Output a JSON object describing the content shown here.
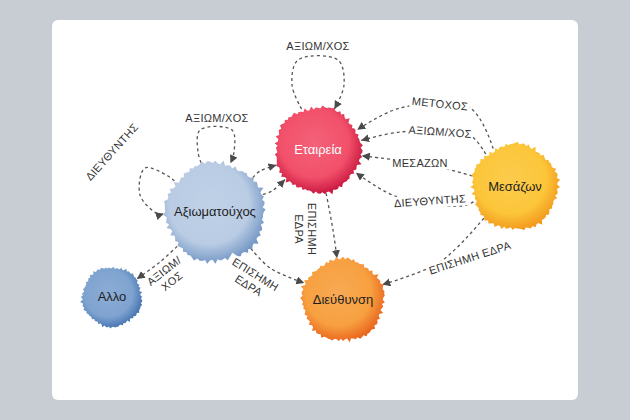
{
  "diagram": {
    "nodes": [
      {
        "text": [
          "Εταιρεία"
        ]
      },
      {
        "text": [
          "Μεσάζων"
        ]
      },
      {
        "text": [
          "Αξιωματούχος"
        ]
      },
      {
        "text": [
          "Αλλο"
        ]
      },
      {
        "text": [
          "Διεύθυνση"
        ]
      }
    ],
    "edges": [
      {
        "from": 0,
        "to": 0,
        "label": "ΑΞΙΩΜ/ΧΟΣ",
        "arrow": "to"
      },
      {
        "from": 2,
        "to": 2,
        "label": "ΑΞΙΩΜ/ΧΟΣ",
        "arrow": "to"
      },
      {
        "from": 2,
        "to": 2,
        "label": "ΔΙΕΥΘΥΝΤΗΣ",
        "arrow": "to"
      },
      {
        "from": 2,
        "to": 0,
        "arrow": "to"
      },
      {
        "from": 2,
        "to": 0,
        "arrow": "to"
      },
      {
        "from": 1,
        "to": 0,
        "label": "ΜΕΤΟΧΟΣ",
        "arrow": "to"
      },
      {
        "from": 1,
        "to": 0,
        "label": "ΑΞΙΩΜ/ΧΟΣ",
        "arrow": "to"
      },
      {
        "from": 1,
        "to": 0,
        "label": "ΜΕΣΑΖΩΝ",
        "arrow": "to"
      },
      {
        "from": 1,
        "to": 0,
        "label": "ΔΙΕΥΘΥΝΤΗΣ",
        "arrow": "to"
      },
      {
        "from": 0,
        "to": 4,
        "label": "ΕΠΙΣΗΜΗ ΕΔΡΑ",
        "arrow": "to"
      },
      {
        "from": 2,
        "to": 4,
        "label": "ΕΠΙΣΗΜΗ ΕΔΡΑ",
        "arrow": "to"
      },
      {
        "from": 1,
        "to": 4,
        "label": "ΕΠΙΣΗΜΗ ΕΔΡΑ",
        "arrow": "to"
      },
      {
        "from": 2,
        "to": 3,
        "label": "ΑΞΙΩΜ/ ΧΟΣ",
        "arrow": "to"
      }
    ]
  }
}
